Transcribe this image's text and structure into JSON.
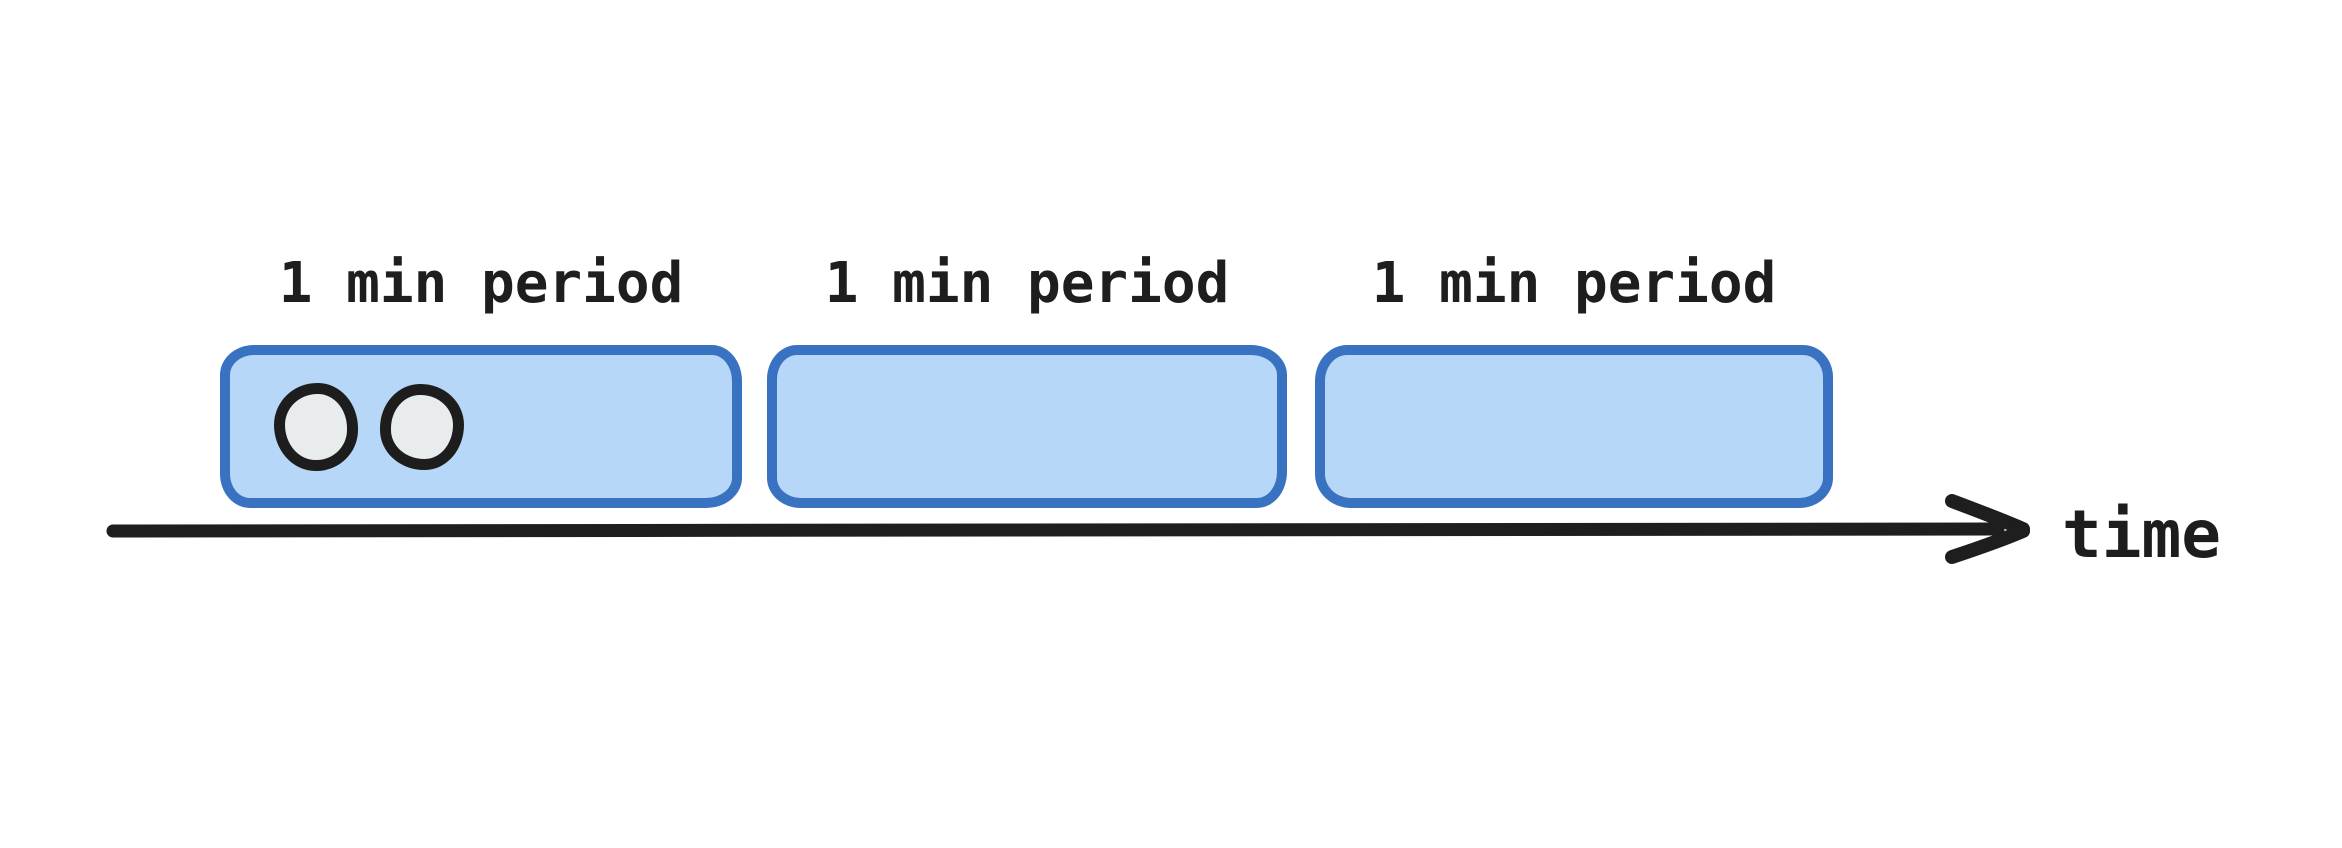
{
  "diagram": {
    "description": "fixed time-window diagram",
    "periods": [
      {
        "label": "1 min period",
        "request_count": 2
      },
      {
        "label": "1 min period",
        "request_count": 0
      },
      {
        "label": "1 min period",
        "request_count": 0
      }
    ],
    "axis": {
      "label": "time"
    },
    "colors": {
      "box_fill": "#b6d7f8",
      "box_border": "#3a72c2",
      "request_dot_fill": "#e9eced",
      "request_dot_stroke": "#1d1d1d",
      "axis_stroke": "#1e1e1e",
      "text": "#1e1e1e",
      "background": "#ffffff"
    }
  }
}
